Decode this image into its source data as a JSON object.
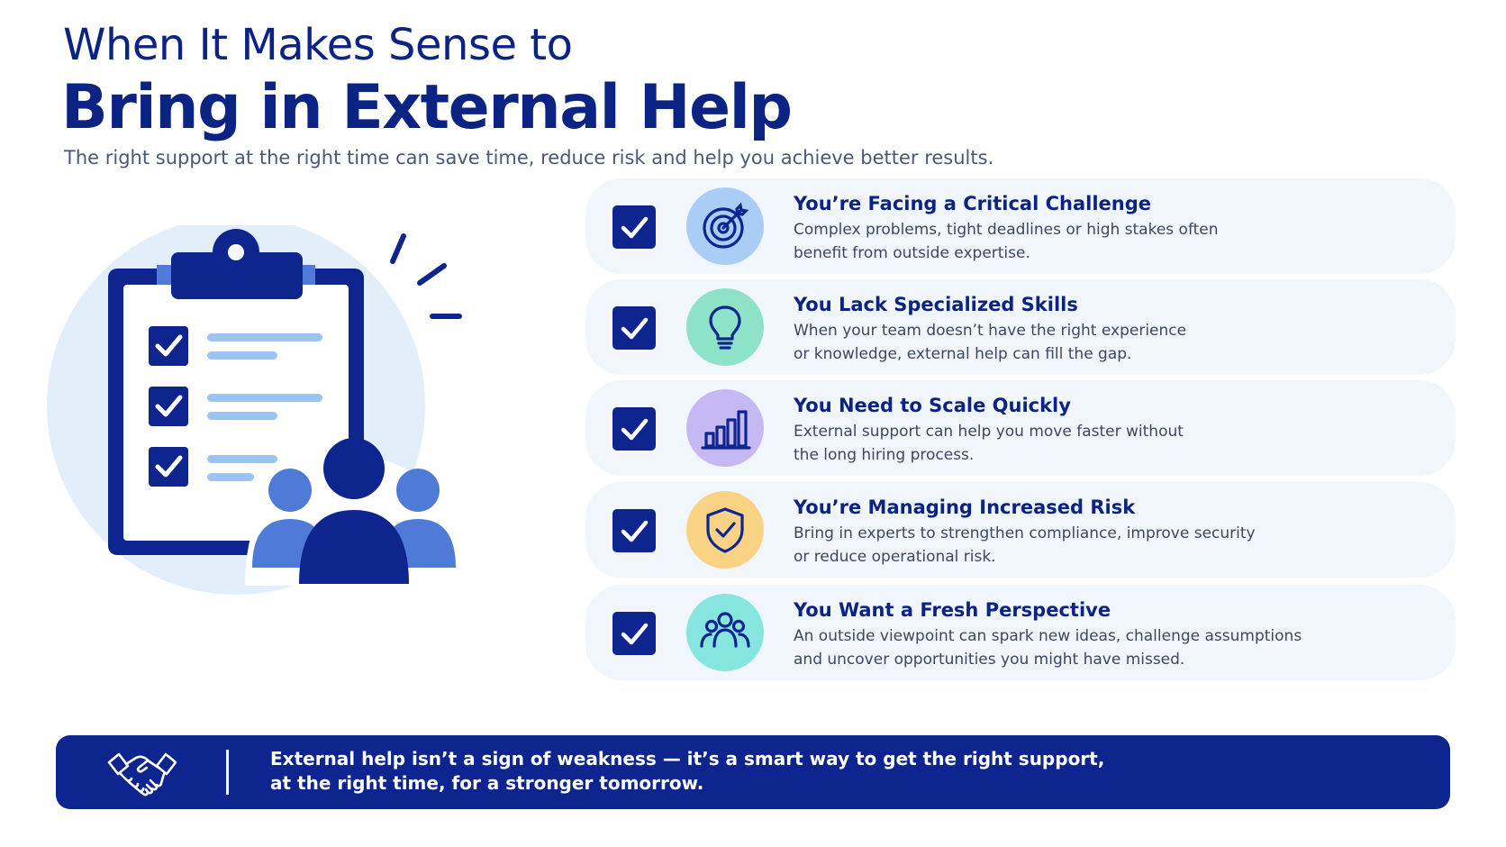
{
  "header": {
    "title_line1": "When It Makes Sense to",
    "title_line2": "Bring in External Help",
    "subtitle": "The right support at the right time can save time, reduce risk and help you achieve better results."
  },
  "reasons": [
    {
      "title": "You’re Facing a Critical Challenge",
      "text_line1": "Complex problems, tight deadlines or high stakes often",
      "text_line2": "benefit from outside expertise.",
      "icon": "target-icon",
      "icon_bg": "#a9cdf5"
    },
    {
      "title": "You Lack Specialized Skills",
      "text_line1": "When your team doesn’t have the right experience",
      "text_line2": "or knowledge, external help can fill the gap.",
      "icon": "lightbulb-icon",
      "icon_bg": "#8ee2c8"
    },
    {
      "title": "You Need to Scale Quickly",
      "text_line1": "External support can help you move faster without",
      "text_line2": "the long hiring process.",
      "icon": "bar-chart-icon",
      "icon_bg": "#c6b9f3"
    },
    {
      "title": "You’re Managing Increased Risk",
      "text_line1": "Bring in experts to strengthen compliance, improve security",
      "text_line2": "or reduce operational risk.",
      "icon": "shield-check-icon",
      "icon_bg": "#fad283"
    },
    {
      "title": "You Want a Fresh Perspective",
      "text_line1": "An outside viewpoint can spark new ideas, challenge assumptions",
      "text_line2": "and uncover opportunities you might have missed.",
      "icon": "people-group-icon",
      "icon_bg": "#86e6df"
    }
  ],
  "banner": {
    "line1": "External help isn’t a sign of weakness — it’s a smart way to get the right support,",
    "line2": "at the right time, for a stronger tomorrow.",
    "icon": "handshake-icon"
  },
  "colors": {
    "navy": "#0e2590",
    "card_bg": "#f1f5fc",
    "accent_light": "#5f87e0"
  }
}
